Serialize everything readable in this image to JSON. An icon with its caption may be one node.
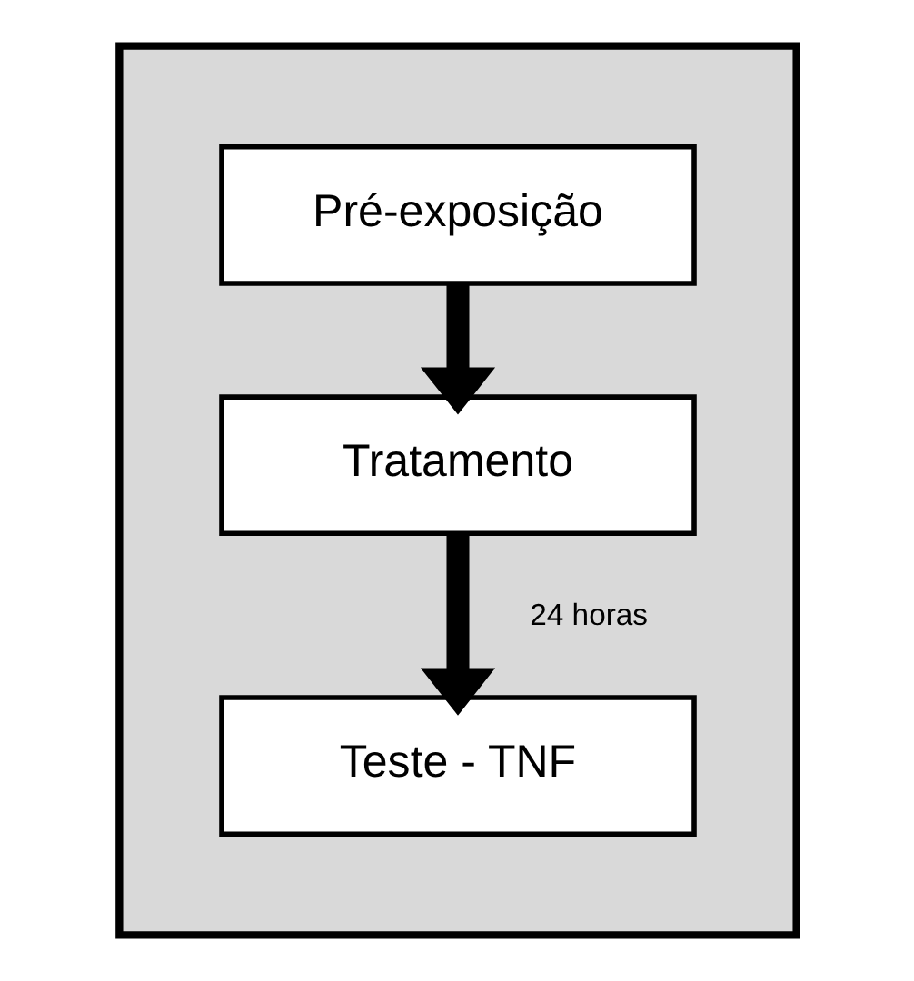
{
  "diagram": {
    "nodes": [
      {
        "text": [],
        "shape": "box"
      },
      {
        "text": [
          "Pré-exposição"
        ],
        "in": 0
      },
      {
        "text": [
          "Tratamento"
        ],
        "in": 0
      },
      {
        "text": [
          "Teste - TNF"
        ],
        "in": 0
      }
    ],
    "edges": [
      {
        "from": 1,
        "to": 2,
        "arrow": "to"
      },
      {
        "from": 2,
        "to": 3,
        "arrow": "to",
        "label": "24 horas"
      }
    ]
  }
}
